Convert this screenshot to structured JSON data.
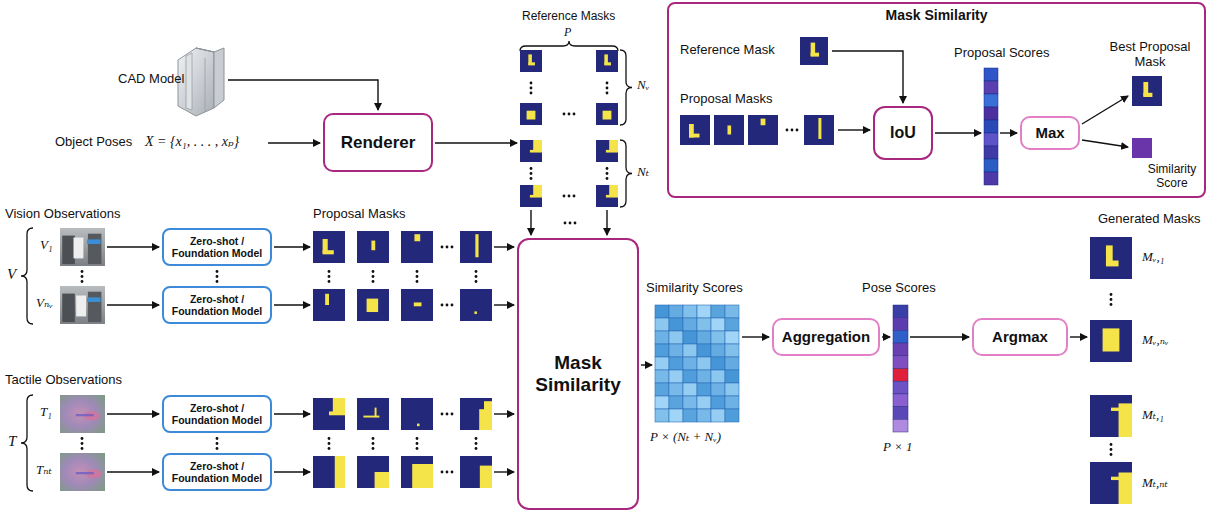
{
  "diagram": {
    "nodes": [
      {
        "text": [
          "Renderer"
        ]
      },
      {
        "text": [
          "Mask Similarity"
        ]
      },
      {
        "text": [
          "IoU"
        ],
        "in": 1
      },
      {
        "text": [
          "Max"
        ],
        "in": 1
      },
      {
        "text": [
          "Zero-shot / Foundation Model"
        ]
      },
      {
        "text": [
          "Zero-shot / Foundation Model"
        ]
      },
      {
        "text": [
          "Zero-shot / Foundation Model"
        ]
      },
      {
        "text": [
          "Zero-shot / Foundation Model"
        ]
      },
      {
        "text": [
          "Mask Similarity"
        ]
      },
      {
        "text": [
          "Aggregation"
        ]
      },
      {
        "text": [
          "Argmax"
        ]
      }
    ],
    "labels": [
      "CAD Model",
      "Object Poses",
      "X = {x₁, . . . , xₚ}",
      "Reference Masks",
      "P",
      "Nᵥ",
      "Nₜ",
      "Reference Mask",
      "Proposal Scores",
      "Proposal Masks",
      "Best Proposal Mask",
      "Similarity Score",
      "Vision Observations",
      "V",
      "V₁",
      "Vₙᵥ",
      "Proposal Masks",
      "Tactile Observations",
      "T",
      "T₁",
      "Tₙₜ",
      "Similarity Scores",
      "P × (Nₜ + Nᵥ)",
      "Pose Scores",
      "P × 1",
      "Generated Masks",
      "Mᵥ,₁",
      "Mᵥ,ₙᵥ",
      "Mₜ,₁",
      "Mₜ,ₙₜ"
    ]
  }
}
